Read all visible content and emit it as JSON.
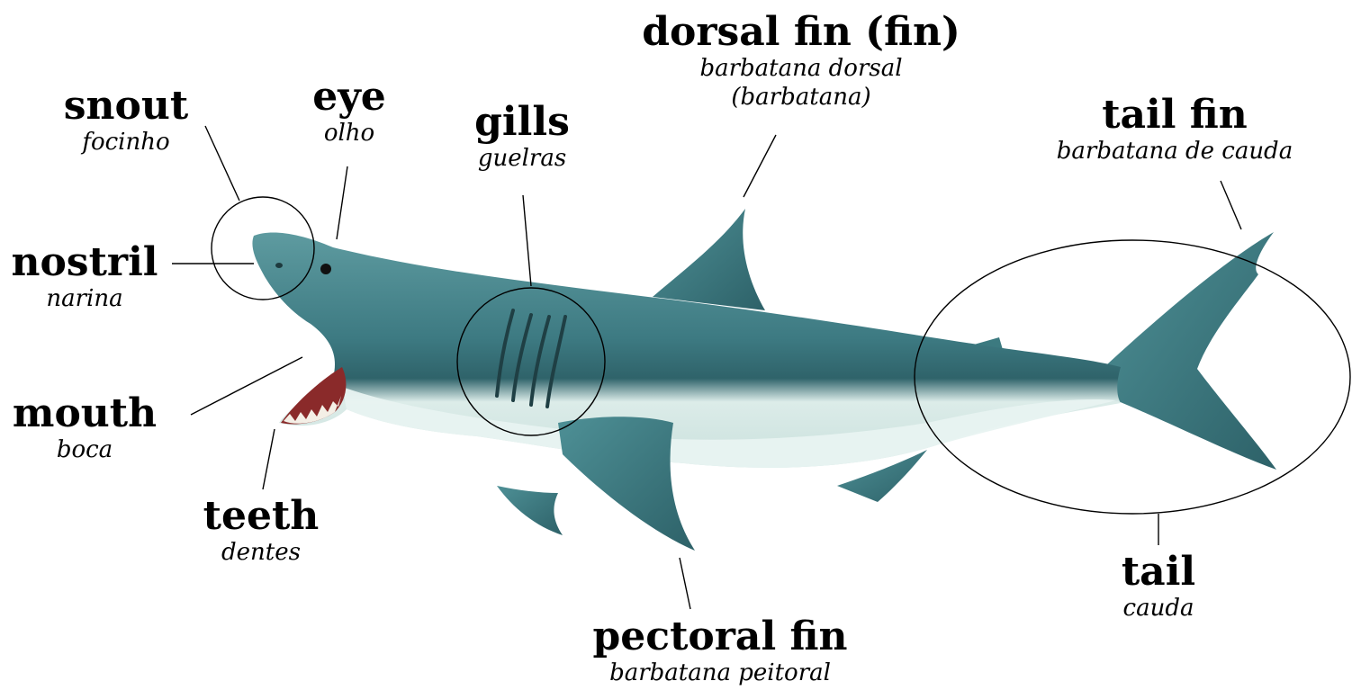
{
  "labels": {
    "snout": {
      "en": "snout",
      "pt": "focinho"
    },
    "eye": {
      "en": "eye",
      "pt": "olho"
    },
    "gills": {
      "en": "gills",
      "pt": "guelras"
    },
    "dorsal_fin": {
      "en": "dorsal fin (fin)",
      "pt_line1": "barbatana dorsal",
      "pt_line2": "(barbatana)"
    },
    "tail_fin": {
      "en": "tail fin",
      "pt": "barbatana de cauda"
    },
    "nostril": {
      "en": "nostril",
      "pt": "narina"
    },
    "mouth": {
      "en": "mouth",
      "pt": "boca"
    },
    "teeth": {
      "en": "teeth",
      "pt": "dentes"
    },
    "pectoral_fin": {
      "en": "pectoral fin",
      "pt": "barbatana peitoral"
    },
    "tail": {
      "en": "tail",
      "pt": "cauda"
    }
  },
  "colors": {
    "shark_back": "#3f7f86",
    "shark_back_dark": "#2e5f66",
    "shark_belly": "#e6f2f0",
    "fin": "#3a7a80",
    "lines": "#000000"
  }
}
